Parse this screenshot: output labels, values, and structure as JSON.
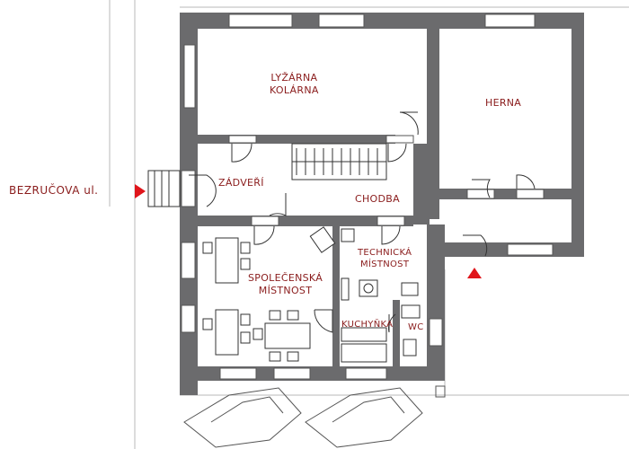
{
  "street": {
    "name": "BEZRUČOVA ul."
  },
  "rooms": {
    "ski_room_line1": "LYŽÁRNA",
    "ski_room_line2": "KOLÁRNA",
    "playroom": "HERNA",
    "vestibule": "ZÁDVEŘÍ",
    "corridor": "CHODBA",
    "common_room_line1": "SPOLEČENSKÁ",
    "common_room_line2": "MÍSTNOST",
    "technical_room_line1": "TECHNICKÁ",
    "technical_room_line2": "MÍSTNOST",
    "kitchenette": "KUCHYŇKA",
    "wc": "WC"
  },
  "colors": {
    "wall": "#6b6b6d",
    "label": "#8a1c1c",
    "entrance_marker": "#e0151b",
    "line": "#333333"
  }
}
